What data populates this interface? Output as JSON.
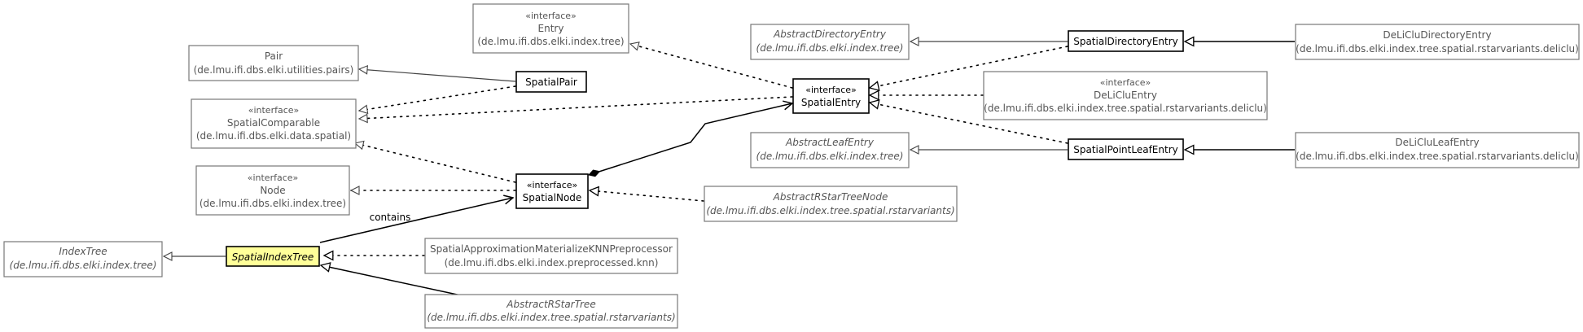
{
  "nodes": {
    "entry": {
      "stereotype": "«interface»",
      "name": "Entry",
      "package": "(de.lmu.ifi.dbs.elki.index.tree)"
    },
    "pair": {
      "name": "Pair",
      "package": "(de.lmu.ifi.dbs.elki.utilities.pairs)"
    },
    "spatial_comparable": {
      "stereotype": "«interface»",
      "name": "SpatialComparable",
      "package": "(de.lmu.ifi.dbs.elki.data.spatial)"
    },
    "node": {
      "stereotype": "«interface»",
      "name": "Node",
      "package": "(de.lmu.ifi.dbs.elki.index.tree)"
    },
    "index_tree": {
      "name": "IndexTree",
      "package": "(de.lmu.ifi.dbs.elki.index.tree)"
    },
    "spatial_index_tree": {
      "name": "SpatialIndexTree"
    },
    "spatial_pair": {
      "name": "SpatialPair"
    },
    "spatial_node": {
      "stereotype": "«interface»",
      "name": "SpatialNode"
    },
    "spatial_entry": {
      "stereotype": "«interface»",
      "name": "SpatialEntry"
    },
    "preprocessor": {
      "name": "SpatialApproximationMaterializeKNNPreprocessor",
      "package": "(de.lmu.ifi.dbs.elki.index.preprocessed.knn)"
    },
    "abstract_rstar_tree": {
      "name": "AbstractRStarTree",
      "package": "(de.lmu.ifi.dbs.elki.index.tree.spatial.rstarvariants)"
    },
    "abstract_rstar_tree_node": {
      "name": "AbstractRStarTreeNode",
      "package": "(de.lmu.ifi.dbs.elki.index.tree.spatial.rstarvariants)"
    },
    "abstract_directory_entry": {
      "name": "AbstractDirectoryEntry",
      "package": "(de.lmu.ifi.dbs.elki.index.tree)"
    },
    "abstract_leaf_entry": {
      "name": "AbstractLeafEntry",
      "package": "(de.lmu.ifi.dbs.elki.index.tree)"
    },
    "deliclu_entry": {
      "stereotype": "«interface»",
      "name": "DeLiCluEntry",
      "package": "(de.lmu.ifi.dbs.elki.index.tree.spatial.rstarvariants.deliclu)"
    },
    "spatial_directory_entry": {
      "name": "SpatialDirectoryEntry"
    },
    "spatial_point_leaf_entry": {
      "name": "SpatialPointLeafEntry"
    },
    "deliclu_directory_entry": {
      "name": "DeLiCluDirectoryEntry",
      "package": "(de.lmu.ifi.dbs.elki.index.tree.spatial.rstarvariants.deliclu)"
    },
    "deliclu_leaf_entry": {
      "name": "DeLiCluLeafEntry",
      "package": "(de.lmu.ifi.dbs.elki.index.tree.spatial.rstarvariants.deliclu)"
    }
  },
  "edge_labels": {
    "contains": "contains"
  }
}
